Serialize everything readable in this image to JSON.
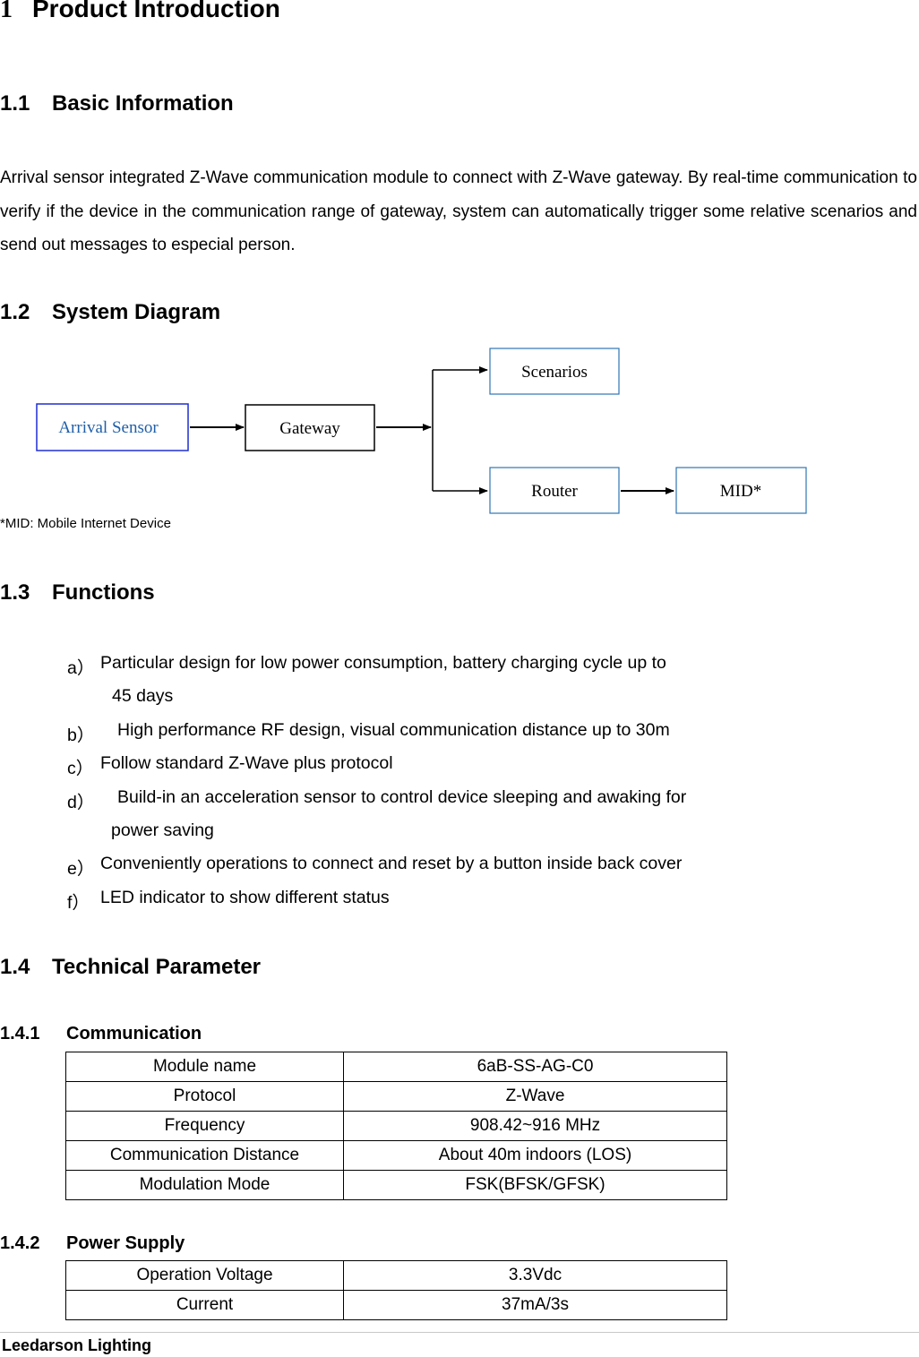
{
  "section1": {
    "number": "1",
    "title": "Product Introduction"
  },
  "basic_info": {
    "number": "1.1",
    "title": "Basic Information",
    "paragraph": "Arrival sensor integrated Z-Wave communication module to connect with Z-Wave gateway. By real-time communication to verify if the device in the communication range of gateway, system can automatically trigger some relative scenarios and send out messages to especial person."
  },
  "system_diagram": {
    "number": "1.2",
    "title": "System Diagram",
    "nodes": {
      "arrival_sensor": "Arrival Sensor",
      "gateway": "Gateway",
      "scenarios": "Scenarios",
      "router": "Router",
      "mid": "MID*"
    },
    "colors": {
      "sensor_border": "#1f2fd0",
      "sensor_text": "#1f5fa8",
      "box_border": "#2e74b5",
      "gateway_border": "#000000",
      "arrow": "#000000"
    },
    "footnote": "*MID: Mobile Internet Device"
  },
  "functions": {
    "number": "1.3",
    "title": "Functions",
    "items": [
      {
        "marker": "a）",
        "lines": [
          "Particular design for low power consumption, battery charging cycle up to",
          "45 days"
        ]
      },
      {
        "marker": "b）",
        "lines": [
          "High performance RF design, visual communication distance up to 30m"
        ]
      },
      {
        "marker": "c）",
        "lines": [
          "Follow standard Z-Wave plus protocol"
        ]
      },
      {
        "marker": "d）",
        "lines": [
          "Build-in an acceleration sensor to control device sleeping and awaking for",
          "power saving"
        ]
      },
      {
        "marker": "e）",
        "lines": [
          "Conveniently operations to connect and reset by a button inside back cover"
        ]
      },
      {
        "marker": "f）",
        "lines": [
          "LED indicator to show different status"
        ]
      }
    ]
  },
  "technical": {
    "number": "1.4",
    "title": "Technical Parameter",
    "communication": {
      "number": "1.4.1",
      "title": "Communication",
      "rows": [
        [
          "Module name",
          "6aB-SS-AG-C0"
        ],
        [
          "Protocol",
          "Z-Wave"
        ],
        [
          "Frequency",
          "908.42~916 MHz"
        ],
        [
          "Communication Distance",
          "About 40m indoors (LOS)"
        ],
        [
          "Modulation Mode",
          "FSK(BFSK/GFSK)"
        ]
      ]
    },
    "power_supply": {
      "number": "1.4.2",
      "title": "Power Supply",
      "rows": [
        [
          "Operation Voltage",
          "3.3Vdc"
        ],
        [
          "Current",
          "37mA/3s"
        ]
      ]
    }
  },
  "footer": {
    "text": "Leedarson Lighting"
  }
}
